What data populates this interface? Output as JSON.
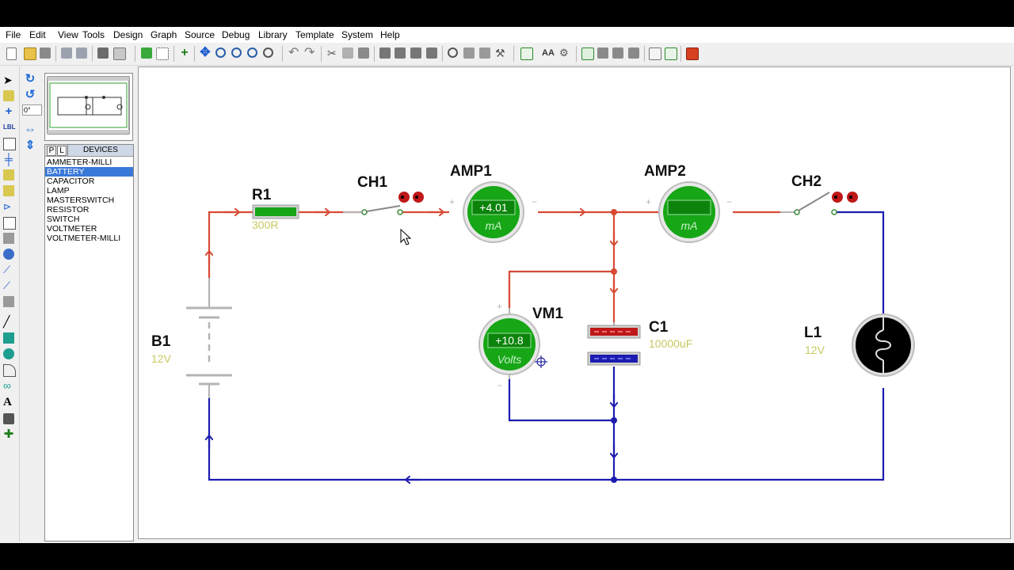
{
  "menu": [
    "File",
    "Edit",
    "View",
    "Tools",
    "Design",
    "Graph",
    "Source",
    "Debug",
    "Library",
    "Template",
    "System",
    "Help"
  ],
  "rotation": {
    "angle": "0°"
  },
  "device_panel": {
    "tab_p": "P",
    "tab_l": "L",
    "title": "DEVICES",
    "items": [
      "AMMETER-MILLI",
      "BATTERY",
      "CAPACITOR",
      "LAMP",
      "MASTERSWITCH",
      "RESISTOR",
      "SWITCH",
      "VOLTMETER",
      "VOLTMETER-MILLI"
    ],
    "selected": "BATTERY"
  },
  "schematic": {
    "b1": {
      "ref": "B1",
      "value": "12V"
    },
    "r1": {
      "ref": "R1",
      "value": "300R"
    },
    "ch1": {
      "ref": "CH1"
    },
    "amp1": {
      "ref": "AMP1",
      "reading": "+4.01",
      "unit": "mA",
      "plus": "+",
      "minus": "−"
    },
    "amp2": {
      "ref": "AMP2",
      "reading": "",
      "unit": "mA",
      "plus": "+",
      "minus": "−"
    },
    "ch2": {
      "ref": "CH2"
    },
    "vm1": {
      "ref": "VM1",
      "reading": "+10.8",
      "unit": "Volts",
      "plus": "+",
      "minus": "−"
    },
    "c1": {
      "ref": "C1",
      "value": "10000uF"
    },
    "l1": {
      "ref": "L1",
      "value": "12V"
    }
  },
  "colors": {
    "wire_positive": "#d84a34",
    "wire_negative": "#1c1cb0",
    "meter_green": "#16a616",
    "value_text": "#c8c860",
    "led_red": "#c01818"
  }
}
